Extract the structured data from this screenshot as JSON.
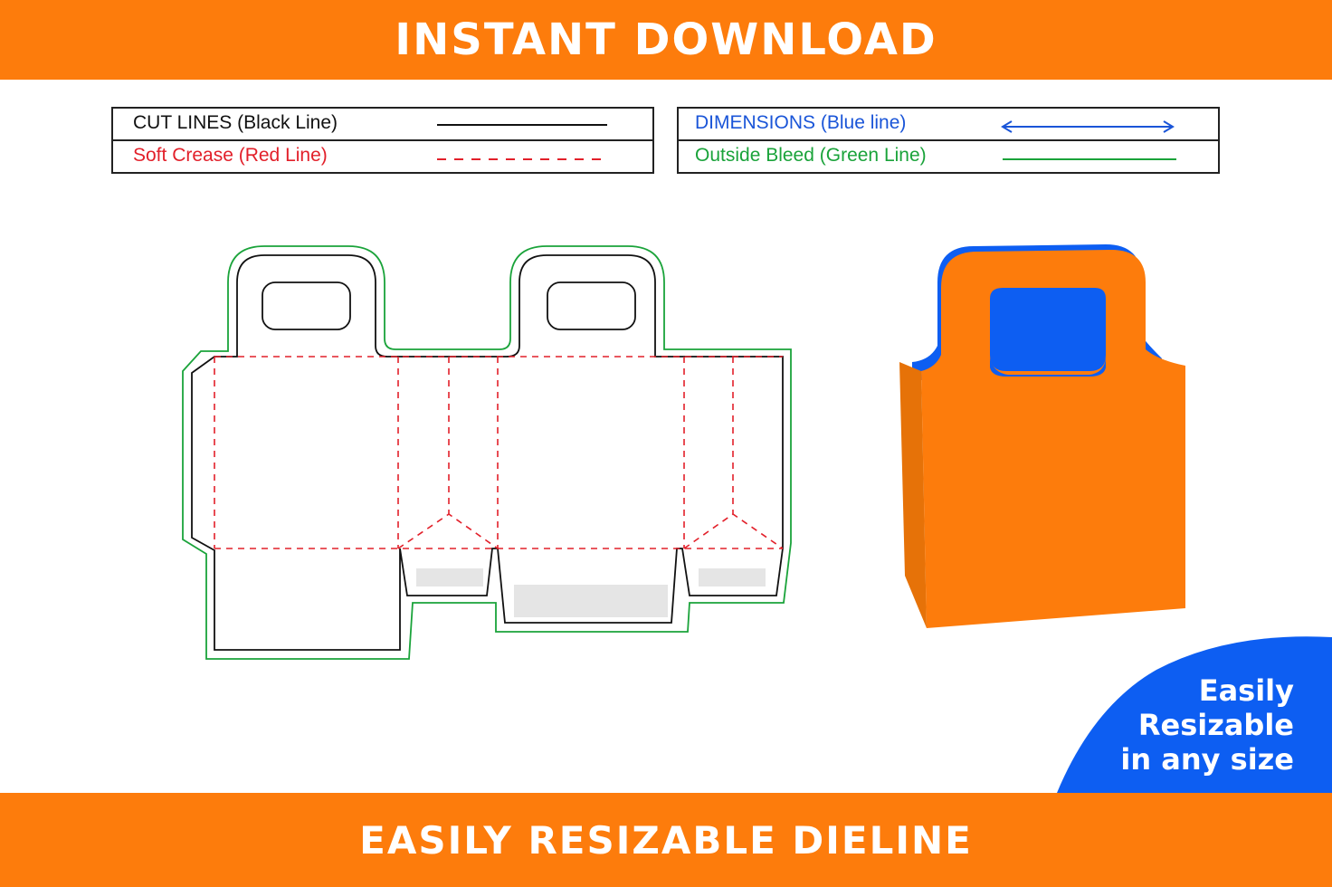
{
  "header": {
    "title": "INSTANT DOWNLOAD"
  },
  "legend": {
    "cut_lines": "CUT LINES (Black Line)",
    "soft_crease": "Soft Crease (Red Line)",
    "dimensions": "DIMENSIONS (Blue line)",
    "outside_bleed": "Outside Bleed (Green Line)"
  },
  "badge": {
    "line1": "Easily",
    "line2": "Resizable",
    "line3": "in any size"
  },
  "footer": {
    "title": "EASILY RESIZABLE DIELINE"
  },
  "colors": {
    "orange": "#fd7c0c",
    "blue": "#0d5ef2",
    "cut": "#111111",
    "crease": "#e2202a",
    "dimension": "#1a55d8",
    "bleed": "#1aa33a"
  }
}
